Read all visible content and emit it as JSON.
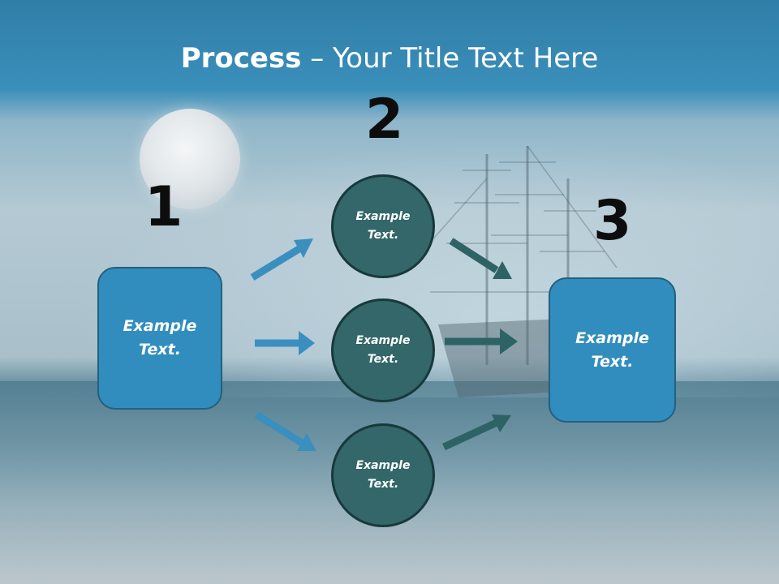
{
  "title": {
    "bold": "Process",
    "rest": " – Your Title Text Here"
  },
  "steps": {
    "one": "1",
    "two": "2",
    "three": "3"
  },
  "left_box": {
    "text": "Example Text."
  },
  "circles": [
    {
      "text": "Example Text."
    },
    {
      "text": "Example Text."
    },
    {
      "text": "Example Text."
    }
  ],
  "right_box": {
    "text": "Example Text."
  },
  "colors": {
    "box": "#318dbd",
    "circle": "#33676a",
    "arrow_blue": "#3a8fbf",
    "arrow_teal": "#2e6366"
  }
}
